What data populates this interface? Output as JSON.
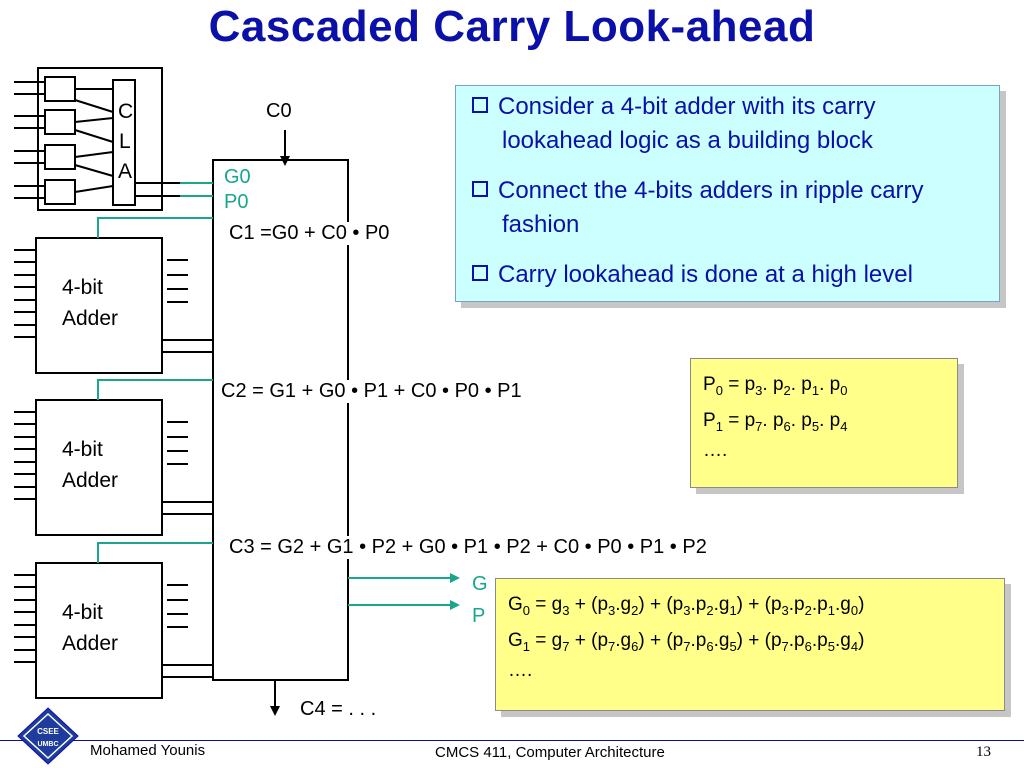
{
  "title": "Cascaded Carry Look-ahead",
  "cla_block": {
    "letters": [
      "C",
      "L",
      "A"
    ]
  },
  "c0_label": "C0",
  "signals": {
    "g0": "G0",
    "p0": "P0",
    "g_out": "G",
    "p_out": "P"
  },
  "equations": {
    "c1": "C1 =G0 + C0 • P0",
    "c2": "C2 = G1 + G0 • P1 + C0 • P0 • P1",
    "c3": "C3 = G2 + G1 • P2 + G0 • P1 • P2 + C0 • P0 • P1 • P2",
    "c4": "C4 = . . ."
  },
  "adders": [
    {
      "line1": "4-bit",
      "line2": "Adder"
    },
    {
      "line1": "4-bit",
      "line2": "Adder"
    },
    {
      "line1": "4-bit",
      "line2": "Adder"
    }
  ],
  "bullets": [
    "Consider a 4-bit adder with its carry lookahead logic as a building block",
    "Connect the 4-bits adders in ripple carry fashion",
    "Carry lookahead is done at a high level"
  ],
  "p_formulas": {
    "ellipsis": "…."
  },
  "g_formulas": {
    "ellipsis": "…."
  },
  "footer": {
    "logo_text": [
      "CSEE",
      "UMBC"
    ],
    "author": "Mohamed Younis",
    "course": "CMCS 411, Computer Architecture",
    "page": "13"
  },
  "colors": {
    "title": "#0a10a8",
    "signal": "#1aa58d",
    "bullet_box": "#ccffff",
    "formula_box": "#ffff8a"
  }
}
